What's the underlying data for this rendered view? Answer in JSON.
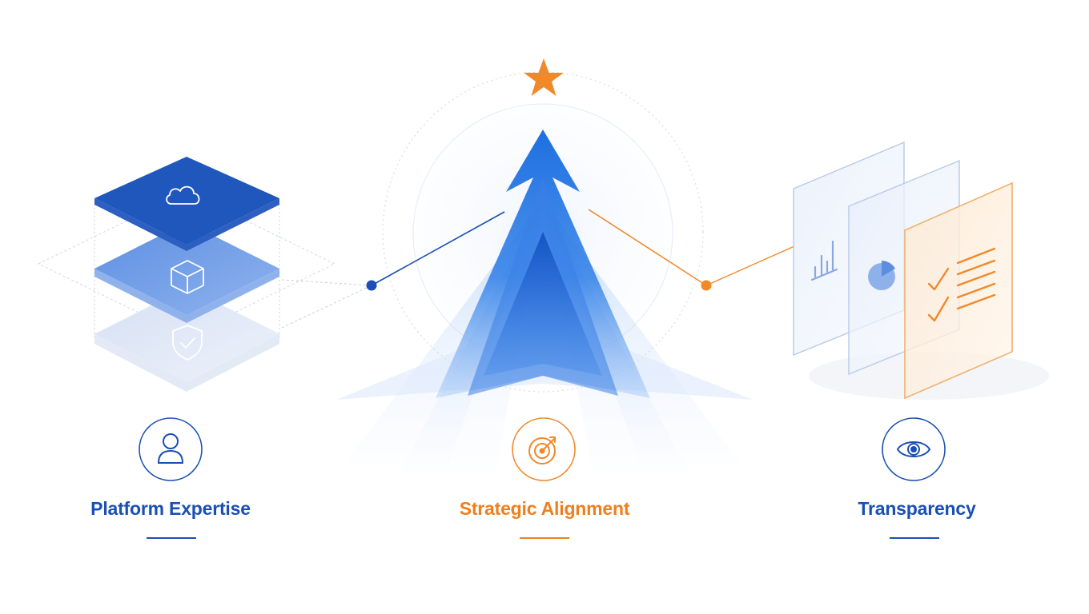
{
  "colors": {
    "primary_blue": "#1a4fb5",
    "bright_blue": "#2a7be6",
    "accent_orange": "#f0892a",
    "label_orange": "#ef7f1a",
    "muted_line": "#c5cfdd"
  },
  "pillars": [
    {
      "id": "left",
      "label": "Platform Expertise",
      "label_color": "#1a4fb5",
      "icon": "user-icon",
      "stack_icons": [
        "cloud-icon",
        "cube-icon",
        "shield-check-icon"
      ]
    },
    {
      "id": "center",
      "label": "Strategic Alignment",
      "label_color": "#ef7f1a",
      "icon": "target-icon",
      "top_icon": "star-icon",
      "graphic": "arrow-up-icon"
    },
    {
      "id": "right",
      "label": "Transparency",
      "label_color": "#1a4fb5",
      "icon": "eye-icon",
      "panel_icons": [
        "bar-chart-icon",
        "pie-chart-icon",
        "checklist-icon"
      ]
    }
  ]
}
